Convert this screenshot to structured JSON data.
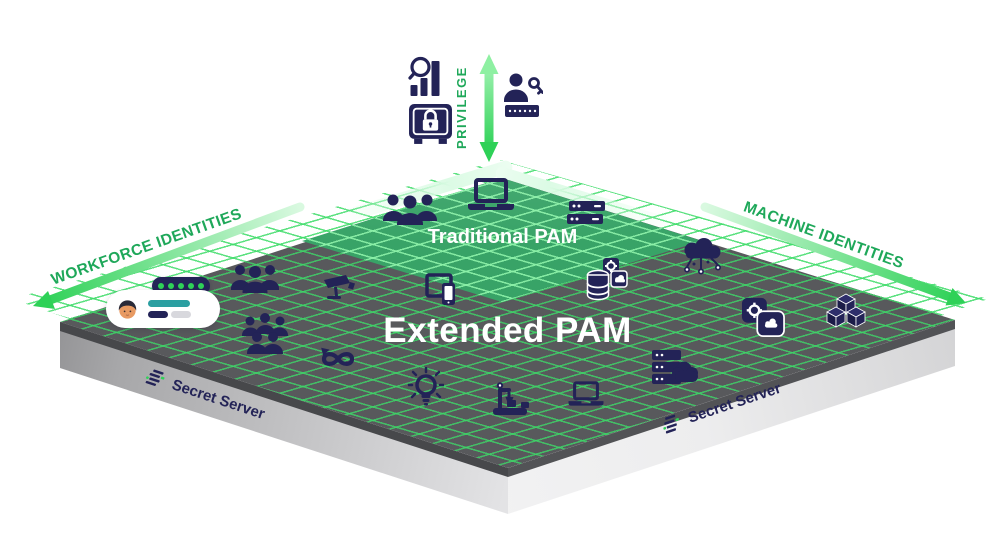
{
  "diagram": {
    "labels": {
      "privilege": "PRIVILEGE",
      "workforce": "WORKFORCE IDENTITIES",
      "machine": "MACHINE IDENTITIES",
      "traditional": "Traditional PAM",
      "extended": "Extended PAM"
    },
    "branding": {
      "secret_server_left": "Secret Server",
      "secret_server_right": "Secret Server"
    },
    "workforce_card": {
      "password_dots": 5
    },
    "colors": {
      "icon_navy": "#232357",
      "label_green": "#1fa85a",
      "arrow_green": "#2ed157",
      "grid_green": "#3edc69",
      "platform_gray": "#58595c",
      "traditional_green": "#38a367",
      "zone_text": "#ffffff",
      "card_teal": "#2b9fa1"
    },
    "icons": [
      {
        "name": "chart-magnifier-icon",
        "area": "privilege-axis"
      },
      {
        "name": "safe-icon",
        "area": "privilege-axis"
      },
      {
        "name": "user-key-icon",
        "area": "privilege-axis"
      },
      {
        "name": "users-group-icon",
        "area": "traditional-pam"
      },
      {
        "name": "laptop-icon",
        "area": "traditional-pam"
      },
      {
        "name": "server-stack-icon",
        "area": "traditional-pam"
      },
      {
        "name": "users-group-icon",
        "area": "extended-pam"
      },
      {
        "name": "cctv-camera-icon",
        "area": "extended-pam"
      },
      {
        "name": "users-crowd-icon",
        "area": "extended-pam"
      },
      {
        "name": "devops-infinity-icon",
        "area": "extended-pam"
      },
      {
        "name": "tablet-phone-icon",
        "area": "extended-pam"
      },
      {
        "name": "lightbulb-icon",
        "area": "extended-pam"
      },
      {
        "name": "robot-arm-icon",
        "area": "extended-pam"
      },
      {
        "name": "laptop-icon",
        "area": "extended-pam"
      },
      {
        "name": "database-services-icon",
        "area": "extended-pam"
      },
      {
        "name": "iot-cloud-icon",
        "area": "extended-pam"
      },
      {
        "name": "cloud-gear-icon",
        "area": "extended-pam"
      },
      {
        "name": "cubes-icon",
        "area": "extended-pam"
      },
      {
        "name": "cloud-server-icon",
        "area": "extended-pam"
      }
    ]
  }
}
